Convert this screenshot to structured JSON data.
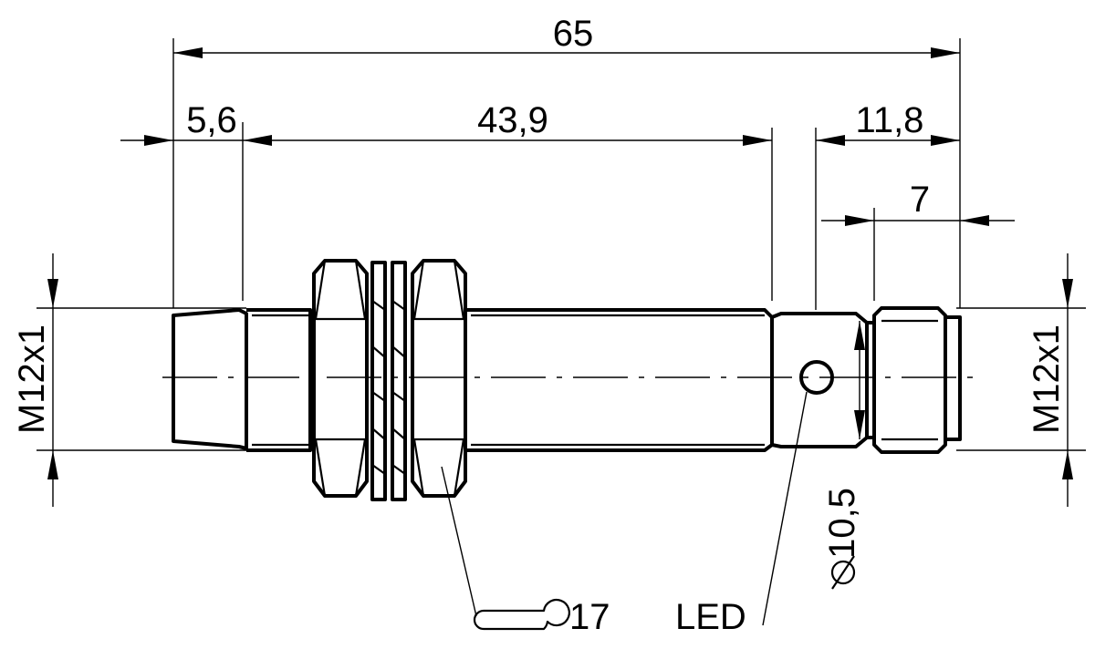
{
  "dimensions": {
    "overall_length": "65",
    "front_section": "5,6",
    "thread_length": "43,9",
    "connector_length": "11,8",
    "connector_thread": "7",
    "thread_left": "M12x1",
    "thread_right": "M12x1",
    "diameter": "10,5",
    "wrench_size": "17"
  },
  "callouts": {
    "led": "LED"
  },
  "symbols": {
    "diameter": "diameter-symbol",
    "wrench": "wrench-icon"
  }
}
